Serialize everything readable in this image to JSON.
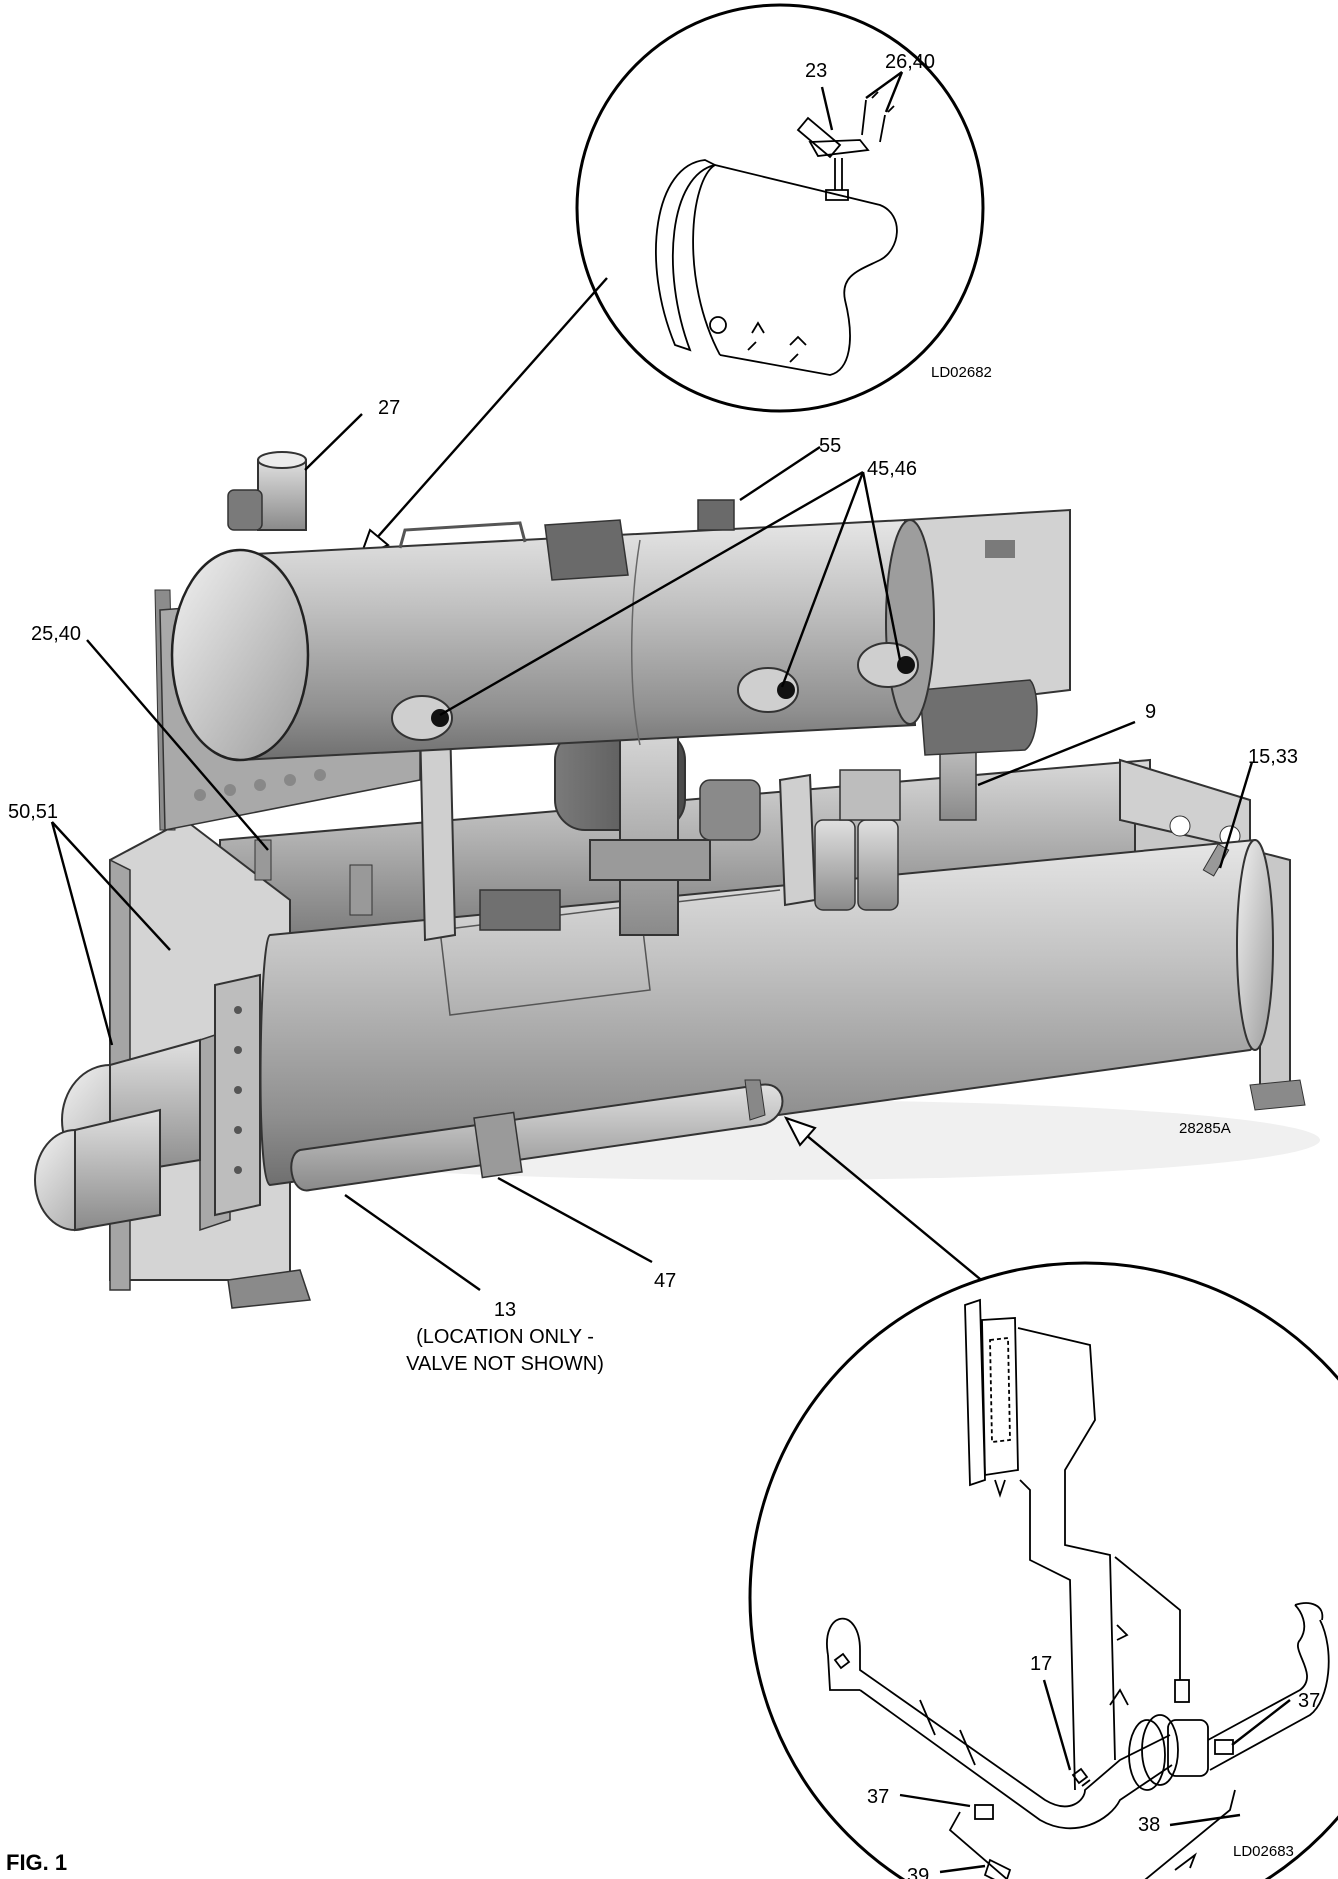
{
  "figure_label": "FIG. 1",
  "image_codes": {
    "top_inset": "LD02682",
    "main_photo": "28285A",
    "bottom_inset": "LD02683"
  },
  "callouts": {
    "c23": "23",
    "c26_40": "26,40",
    "c27": "27",
    "c55": "55",
    "c45_46": "45,46",
    "c25_40": "25,40",
    "c9": "9",
    "c15_33": "15,33",
    "c50_51": "50,51",
    "c47": "47",
    "c13": "13",
    "c13_note_1": "(LOCATION ONLY -",
    "c13_note_2": "VALVE NOT SHOWN)",
    "c17": "17",
    "c37_right": "37",
    "c37_left": "37",
    "c38": "38",
    "c39": "39"
  }
}
